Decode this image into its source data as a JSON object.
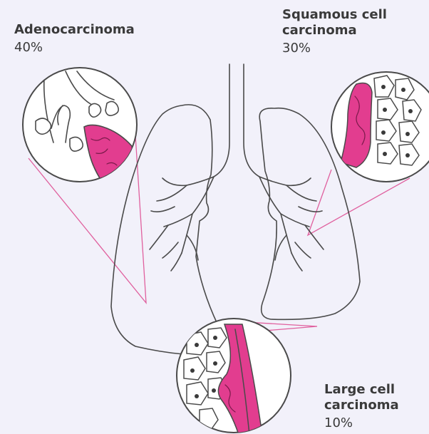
{
  "labels": {
    "adenocarcinoma": {
      "title": "Adenocarcinoma",
      "percent": "40%"
    },
    "squamous": {
      "title": "Squamous cell carcinoma",
      "percent": "30%"
    },
    "large_cell": {
      "title": "Large cell carcinoma",
      "percent": "10%"
    }
  },
  "colors": {
    "background": "#f2f1fa",
    "outline": "#4a4a4a",
    "tumor": "#e23d8f",
    "pointer": "#e0609e",
    "cell_fill": "#ffffff"
  }
}
